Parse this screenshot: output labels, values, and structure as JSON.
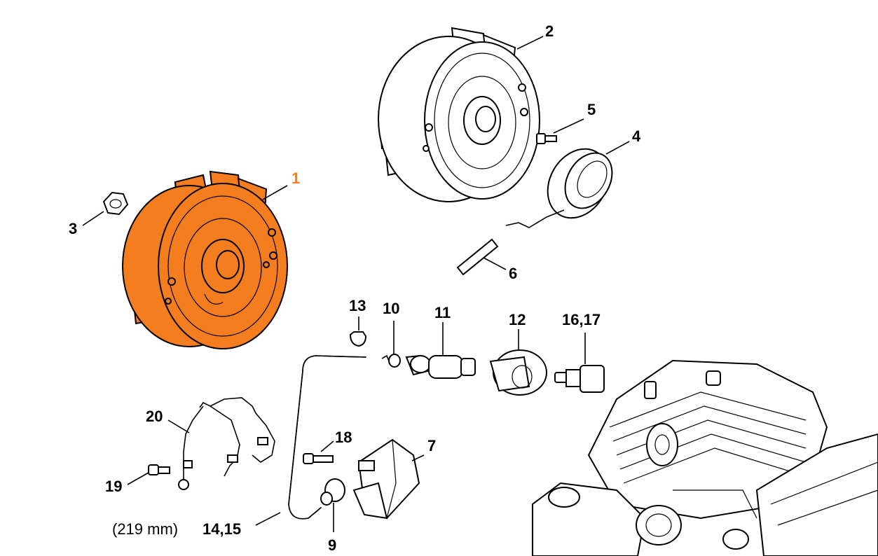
{
  "colors": {
    "highlight": "#f47d20",
    "line": "#000000",
    "background": "#ffffff"
  },
  "callouts": {
    "c1": "1",
    "c2": "2",
    "c3": "3",
    "c4": "4",
    "c5": "5",
    "c6": "6",
    "c7": "7",
    "c9": "9",
    "c10": "10",
    "c11": "11",
    "c12": "12",
    "c13": "13",
    "c14_15": "14,15",
    "c16_17": "16,17",
    "c18": "18",
    "c19": "19",
    "c20": "20"
  },
  "note_14_15": "(219 mm)",
  "selected_part": "1"
}
